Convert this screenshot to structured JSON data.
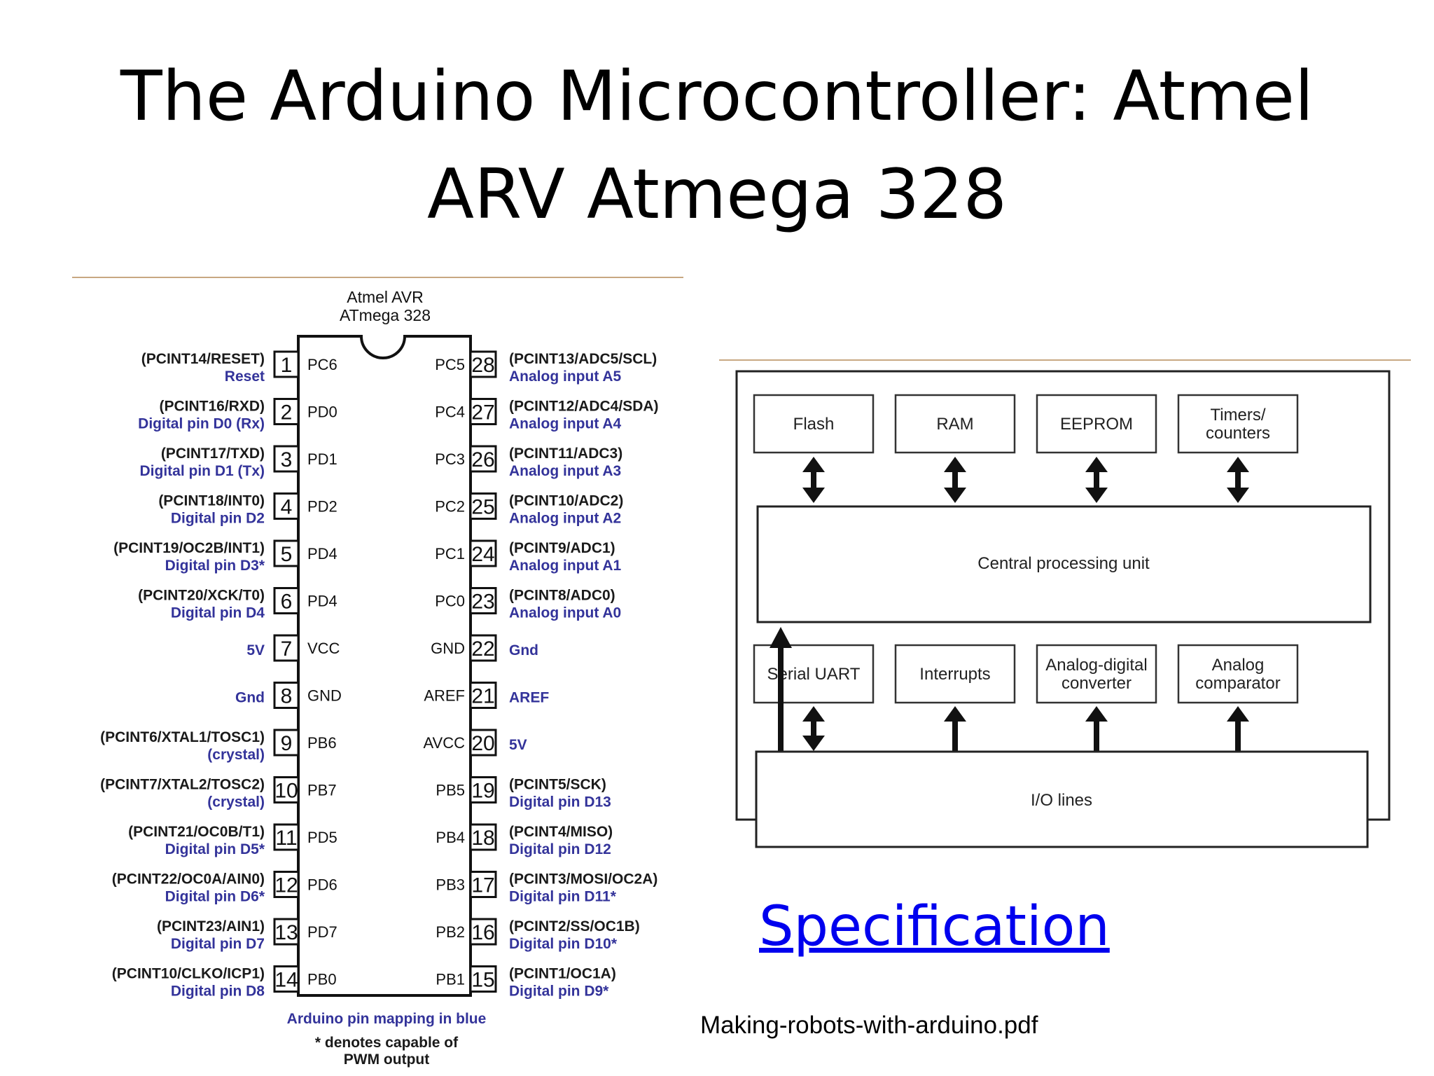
{
  "slide": {
    "title_line1": "The Arduino Microcontroller: Atmel",
    "title_line2": "ARV Atmega 328",
    "link_text": "Specification",
    "source_note": "Making-robots-with-arduino.pdf"
  },
  "pinout": {
    "chip_line1": "Atmel AVR",
    "chip_line2": "ATmega 328",
    "footer_line1": "Arduino pin mapping in blue",
    "footer_line2": "* denotes capable of",
    "footer_line3": "PWM output",
    "left_pins": [
      {
        "num": "1",
        "port": "PC6",
        "label": "(PCINT14/RESET)",
        "arduino": "Reset"
      },
      {
        "num": "2",
        "port": "PD0",
        "label": "(PCINT16/RXD)",
        "arduino": "Digital pin D0 (Rx)"
      },
      {
        "num": "3",
        "port": "PD1",
        "label": "(PCINT17/TXD)",
        "arduino": "Digital pin D1 (Tx)"
      },
      {
        "num": "4",
        "port": "PD2",
        "label": "(PCINT18/INT0)",
        "arduino": "Digital pin D2"
      },
      {
        "num": "5",
        "port": "PD4",
        "label": "(PCINT19/OC2B/INT1)",
        "arduino": "Digital pin D3*"
      },
      {
        "num": "6",
        "port": "PD4",
        "label": "(PCINT20/XCK/T0)",
        "arduino": "Digital pin D4"
      },
      {
        "num": "7",
        "port": "VCC",
        "label": "",
        "arduino": "5V"
      },
      {
        "num": "8",
        "port": "GND",
        "label": "",
        "arduino": "Gnd"
      },
      {
        "num": "9",
        "port": "PB6",
        "label": "(PCINT6/XTAL1/TOSC1)",
        "arduino": "(crystal)"
      },
      {
        "num": "10",
        "port": "PB7",
        "label": "(PCINT7/XTAL2/TOSC2)",
        "arduino": "(crystal)"
      },
      {
        "num": "11",
        "port": "PD5",
        "label": "(PCINT21/OC0B/T1)",
        "arduino": "Digital pin D5*"
      },
      {
        "num": "12",
        "port": "PD6",
        "label": "(PCINT22/OC0A/AIN0)",
        "arduino": "Digital pin D6*"
      },
      {
        "num": "13",
        "port": "PD7",
        "label": "(PCINT23/AIN1)",
        "arduino": "Digital pin D7"
      },
      {
        "num": "14",
        "port": "PB0",
        "label": "(PCINT10/CLKO/ICP1)",
        "arduino": "Digital pin D8"
      }
    ],
    "right_pins": [
      {
        "num": "28",
        "port": "PC5",
        "label": "(PCINT13/ADC5/SCL)",
        "arduino": "Analog input A5"
      },
      {
        "num": "27",
        "port": "PC4",
        "label": "(PCINT12/ADC4/SDA)",
        "arduino": "Analog input A4"
      },
      {
        "num": "26",
        "port": "PC3",
        "label": "(PCINT11/ADC3)",
        "arduino": "Analog input A3"
      },
      {
        "num": "25",
        "port": "PC2",
        "label": "(PCINT10/ADC2)",
        "arduino": "Analog input A2"
      },
      {
        "num": "24",
        "port": "PC1",
        "label": "(PCINT9/ADC1)",
        "arduino": "Analog input A1"
      },
      {
        "num": "23",
        "port": "PC0",
        "label": "(PCINT8/ADC0)",
        "arduino": "Analog input A0"
      },
      {
        "num": "22",
        "port": "GND",
        "label": "",
        "arduino": "Gnd"
      },
      {
        "num": "21",
        "port": "AREF",
        "label": "",
        "arduino": "AREF"
      },
      {
        "num": "20",
        "port": "AVCC",
        "label": "",
        "arduino": "5V"
      },
      {
        "num": "19",
        "port": "PB5",
        "label": "(PCINT5/SCK)",
        "arduino": "Digital pin D13"
      },
      {
        "num": "18",
        "port": "PB4",
        "label": "(PCINT4/MISO)",
        "arduino": "Digital pin D12"
      },
      {
        "num": "17",
        "port": "PB3",
        "label": "(PCINT3/MOSI/OC2A)",
        "arduino": "Digital pin D11*"
      },
      {
        "num": "16",
        "port": "PB2",
        "label": "(PCINT2/SS/OC1B)",
        "arduino": "Digital pin D10*"
      },
      {
        "num": "15",
        "port": "PB1",
        "label": "(PCINT1/OC1A)",
        "arduino": "Digital pin D9*"
      }
    ]
  },
  "block_diagram": {
    "memory_blocks": [
      "Flash",
      "RAM",
      "EEPROM",
      "Timers/|counters"
    ],
    "cpu": "Central processing unit",
    "peripheral_blocks": [
      "Serial UART",
      "Interrupts",
      "Analog-digital|converter",
      "Analog|comparator"
    ],
    "io": "I/O lines"
  },
  "colors": {
    "link": "#0000ee",
    "arduino_mapping": "#33339a",
    "rule_line": "#c8a882"
  }
}
